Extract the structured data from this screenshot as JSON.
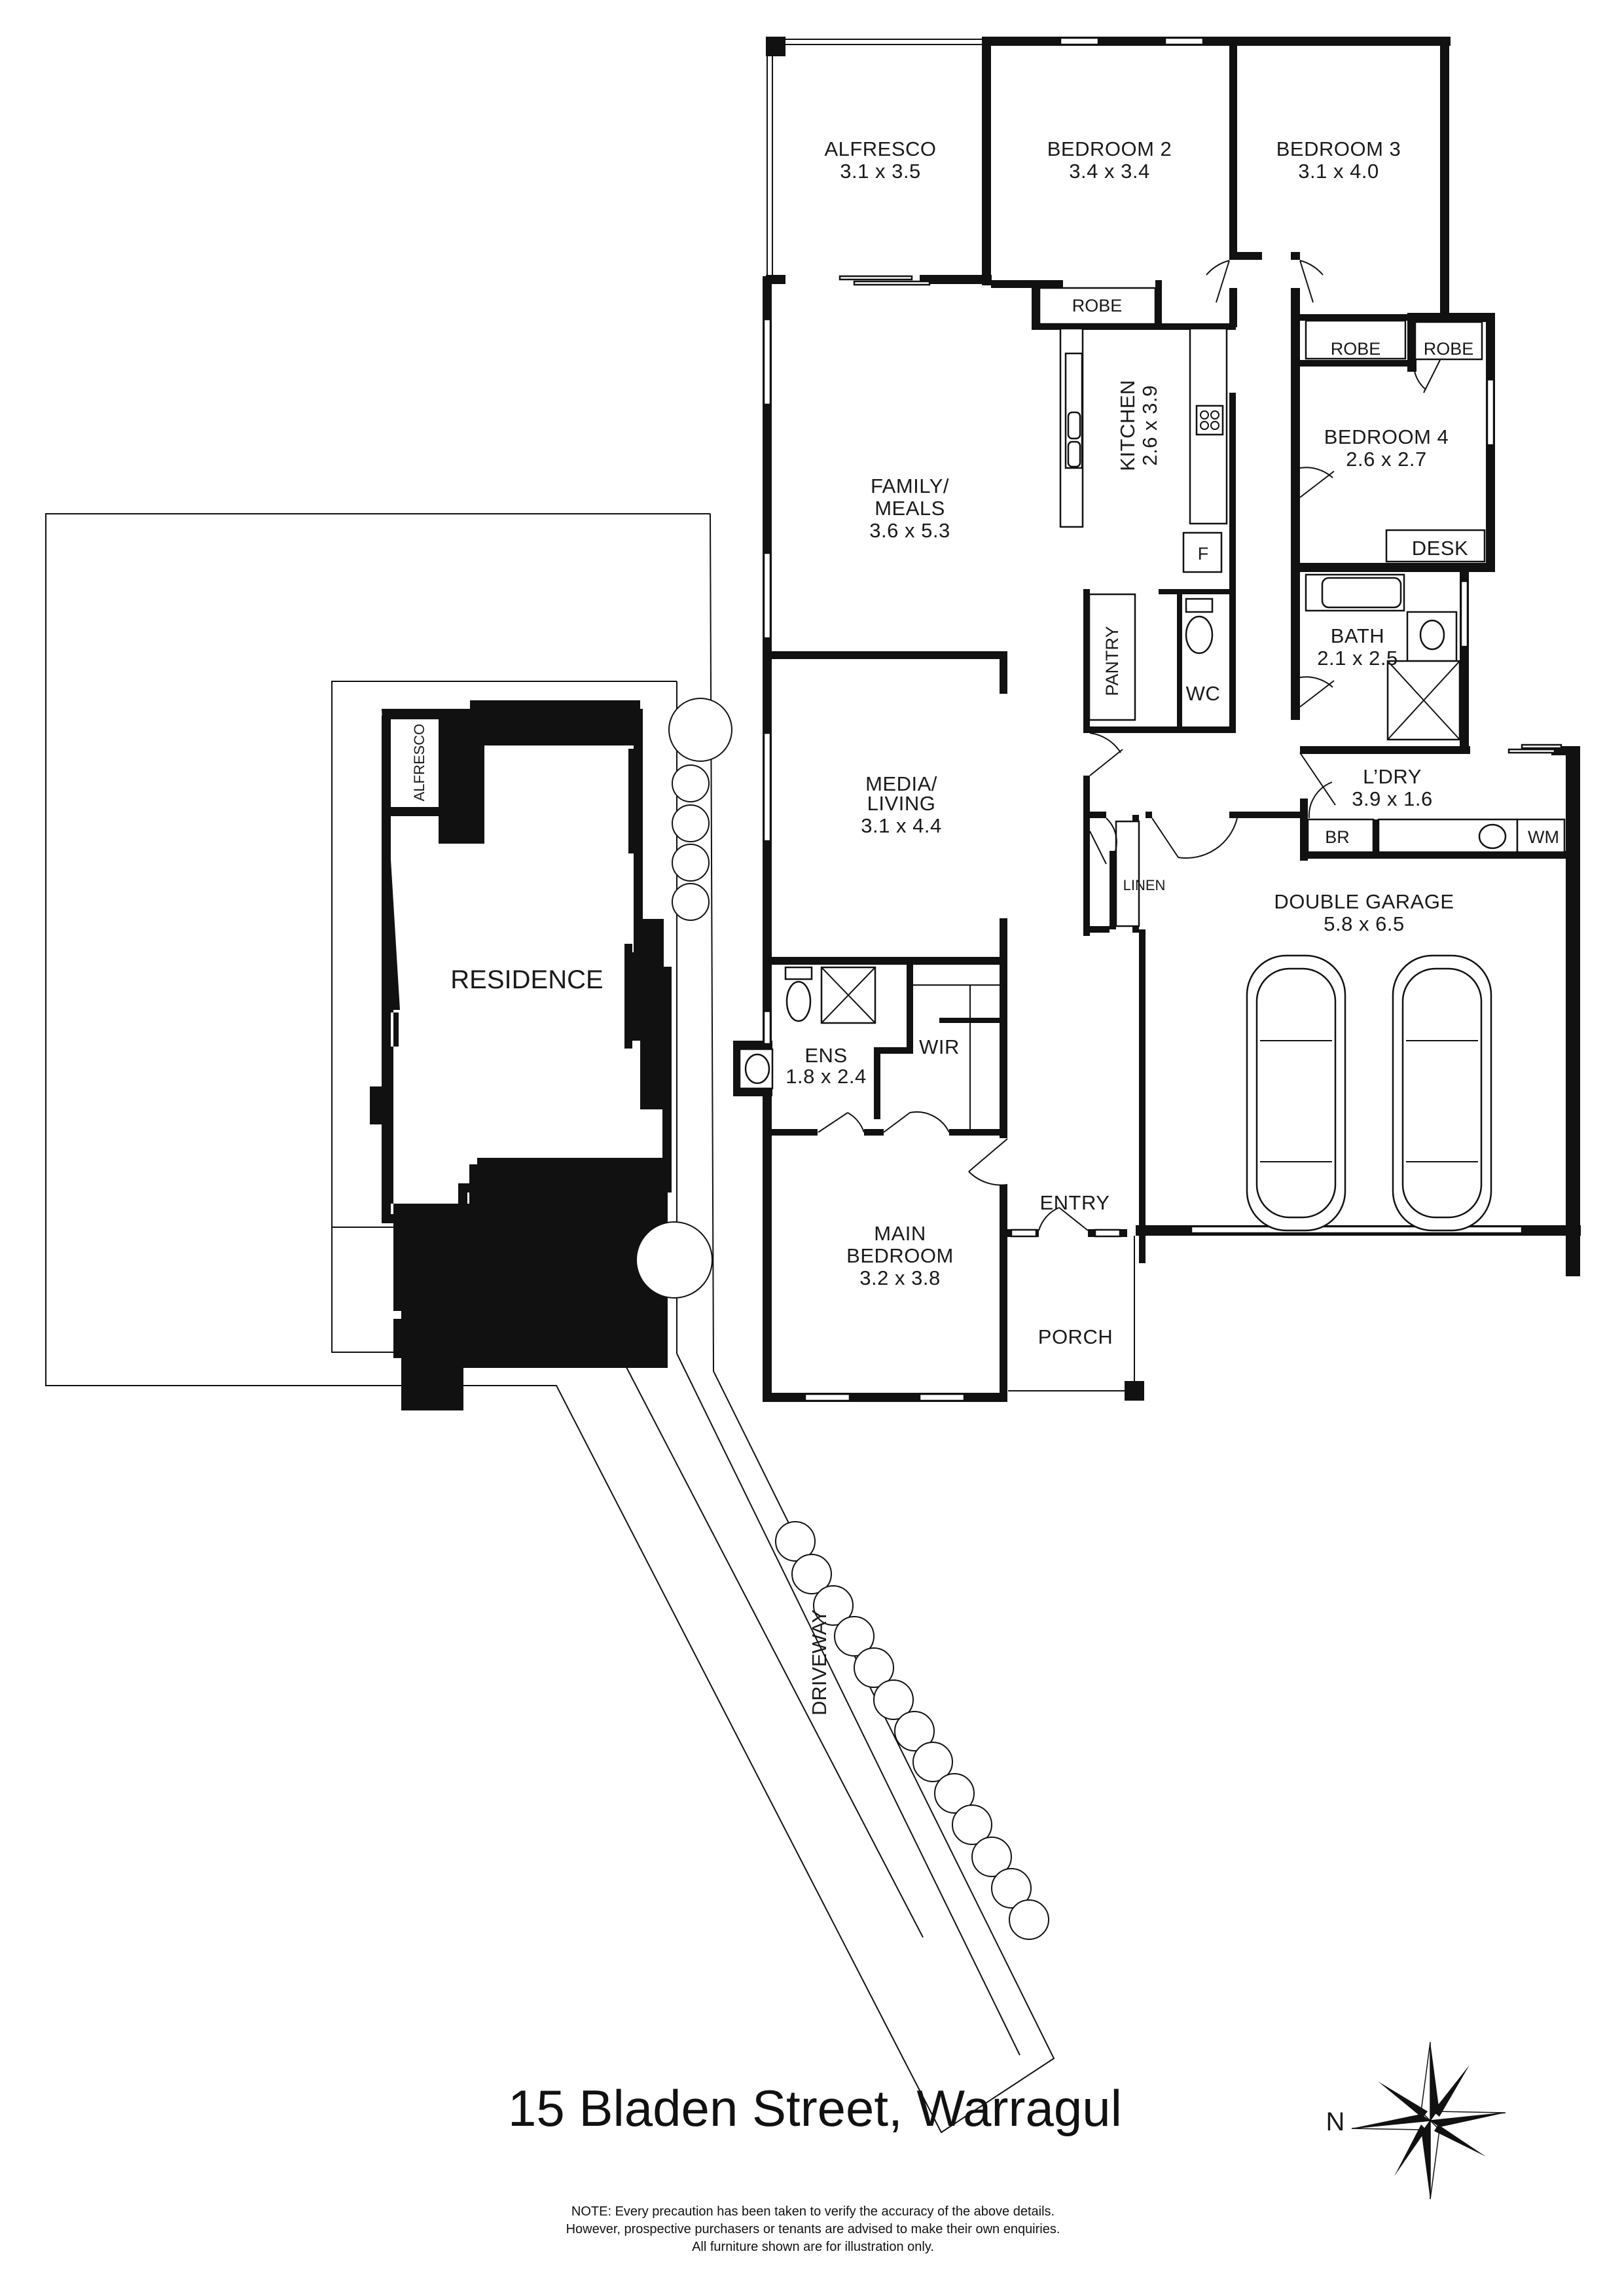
{
  "property": {
    "address": "15 Bladen Street, Warragul"
  },
  "rooms": {
    "alfresco": {
      "name": "ALFRESCO",
      "size": "3.1 x 3.5"
    },
    "bedroom2": {
      "name": "BEDROOM 2",
      "size": "3.4 x 3.4"
    },
    "bedroom3": {
      "name": "BEDROOM 3",
      "size": "3.1 x 4.0"
    },
    "robe_bed2": {
      "name": "ROBE"
    },
    "robe_bed3": {
      "name": "ROBE"
    },
    "robe_bed4": {
      "name": "ROBE"
    },
    "kitchen": {
      "name": "KITCHEN",
      "size": "2.6 x 3.9"
    },
    "family": {
      "name_line1": "FAMILY/",
      "name_line2": "MEALS",
      "size": "3.6 x 5.3"
    },
    "bedroom4": {
      "name": "BEDROOM 4",
      "size": "2.6 x 2.7"
    },
    "desk": {
      "name": "DESK"
    },
    "fridge": {
      "name": "F"
    },
    "pantry": {
      "name": "PANTRY"
    },
    "wc": {
      "name": "WC"
    },
    "bath": {
      "name": "BATH",
      "size": "2.1 x 2.5"
    },
    "media": {
      "name_line1": "MEDIA/",
      "name_line2": "LIVING",
      "size": "3.1 x 4.4"
    },
    "laundry": {
      "name": "L’DRY",
      "size": "3.9 x 1.6"
    },
    "br": {
      "name": "BR"
    },
    "wm": {
      "name": "WM"
    },
    "linen": {
      "name": "LINEN"
    },
    "garage": {
      "name": "DOUBLE GARAGE",
      "size": "5.8 x 6.5"
    },
    "ensuite": {
      "name": "ENS",
      "size": "1.8 x 2.4"
    },
    "wir": {
      "name": "WIR"
    },
    "entry": {
      "name": "ENTRY"
    },
    "main_bedroom": {
      "name_line1": "MAIN",
      "name_line2": "BEDROOM",
      "size": "3.2 x 3.8"
    },
    "porch": {
      "name": "PORCH"
    }
  },
  "site": {
    "residence": "RESIDENCE",
    "residence_alfresco": "ALFRESCO",
    "driveway": "DRIVEWAY"
  },
  "compass": {
    "north_label": "N",
    "icon": "compass-rose-icon"
  },
  "disclaimer": {
    "line1": "NOTE: Every precaution has been taken to verify the accuracy of the above details.",
    "line2": "However, prospective purchasers or tenants are advised to make their own enquiries.",
    "line3": "All furniture shown are for illustration only."
  },
  "colors": {
    "wall": "#111111",
    "background": "#ffffff"
  }
}
